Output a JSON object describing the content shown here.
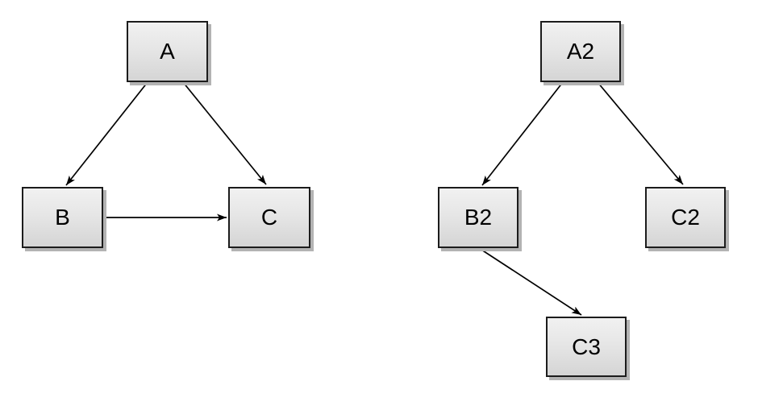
{
  "diagram": {
    "type": "directed-graph",
    "background_color": "#ffffff",
    "node_style": {
      "fill_gradient_top": "#f1f1f1",
      "fill_gradient_bottom": "#d5d5d5",
      "border_color": "#1c1c1c",
      "shadow_color": "#b3b3b3",
      "text_color": "#000000"
    },
    "edge_style": {
      "color": "#000000",
      "arrowhead": "filled-triangle"
    },
    "graphs": [
      {
        "id": "left-graph",
        "nodes": [
          {
            "id": "A",
            "label": "A"
          },
          {
            "id": "B",
            "label": "B"
          },
          {
            "id": "C",
            "label": "C"
          }
        ],
        "edges": [
          {
            "from": "A",
            "to": "B"
          },
          {
            "from": "A",
            "to": "C"
          },
          {
            "from": "B",
            "to": "C"
          }
        ]
      },
      {
        "id": "right-graph",
        "nodes": [
          {
            "id": "A2",
            "label": "A2"
          },
          {
            "id": "B2",
            "label": "B2"
          },
          {
            "id": "C2",
            "label": "C2"
          },
          {
            "id": "C3",
            "label": "C3"
          }
        ],
        "edges": [
          {
            "from": "A2",
            "to": "B2"
          },
          {
            "from": "A2",
            "to": "C2"
          },
          {
            "from": "B2",
            "to": "C3"
          }
        ]
      }
    ]
  }
}
